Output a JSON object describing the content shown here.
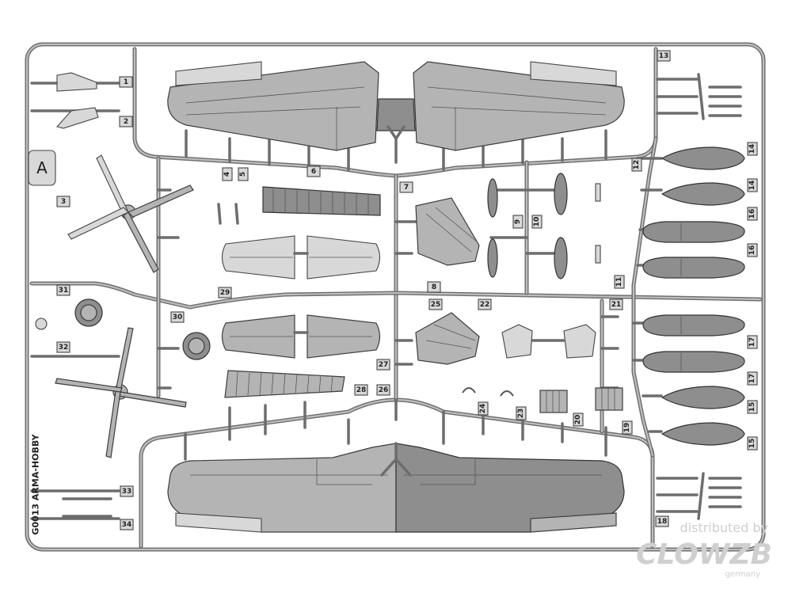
{
  "sprue": {
    "letter": "A",
    "manufacturer_code": "G0013 ARMA-HOBBY",
    "part_numbers": [
      "1",
      "2",
      "3",
      "4",
      "5",
      "6",
      "7",
      "8",
      "9",
      "10",
      "11",
      "12",
      "13",
      "14",
      "14",
      "16",
      "16",
      "17",
      "17",
      "15",
      "15",
      "18",
      "19",
      "20",
      "21",
      "22",
      "23",
      "24",
      "25",
      "26",
      "27",
      "28",
      "29",
      "30",
      "31",
      "32",
      "33",
      "34"
    ]
  },
  "watermark": {
    "line1": "distributed by",
    "line2": "CLOWZB",
    "line3": "germany"
  },
  "colors": {
    "plastic": "#b4b4b4",
    "plastic_dark": "#8e8e8e",
    "frame": "#6d6d6d",
    "background": "#ffffff"
  }
}
